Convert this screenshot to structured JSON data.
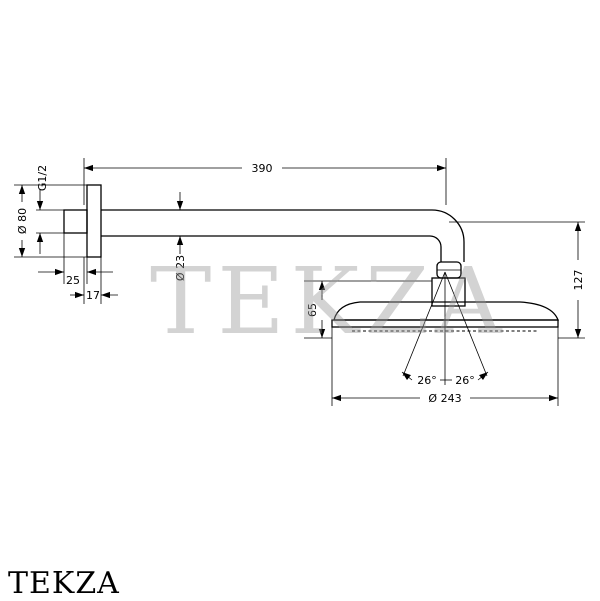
{
  "watermark": "TEKZA",
  "brand_label": "TEKZA",
  "dimensions": {
    "arm_length": "390",
    "thread": "G1/2",
    "flange_diameter": "Ø 80",
    "arm_diameter": "Ø 23",
    "flange_offset": "25",
    "flange_thickness": "17",
    "drop_height": "127",
    "head_height": "65",
    "angle_left": "26°",
    "angle_right": "26°",
    "head_diameter": "Ø 243"
  }
}
